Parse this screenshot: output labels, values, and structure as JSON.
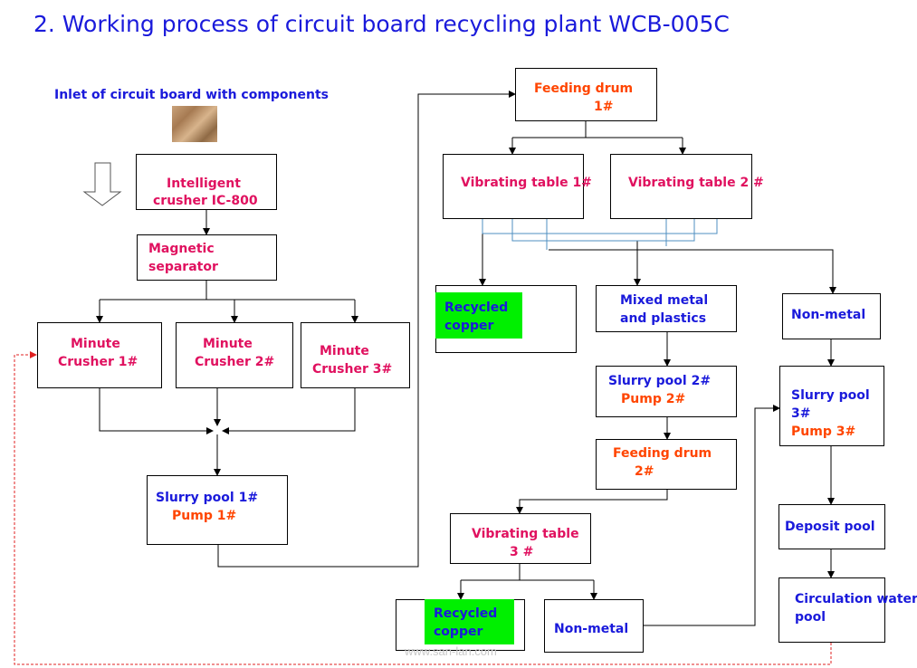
{
  "title": "2. Working process of circuit board recycling plant WCB-005C",
  "inlet_label": "Inlet of circuit board with components",
  "nodes": {
    "crusher": {
      "line1": "Intelligent",
      "line2": "crusher IC-800"
    },
    "magnetic": {
      "line1": "Magnetic",
      "line2": "separator"
    },
    "minute1": {
      "line1": "Minute",
      "line2": "Crusher 1#"
    },
    "minute2": {
      "line1": "Minute",
      "line2": "Crusher  2#"
    },
    "minute3": {
      "line1": "Minute",
      "line2": "Crusher 3#"
    },
    "slurry1": {
      "line1": "Slurry pool  1#",
      "line2": "Pump 1#"
    },
    "feeding1": {
      "line1": "Feeding drum",
      "line2": "1#"
    },
    "vib1": {
      "label": "Vibrating table 1#"
    },
    "vib2": {
      "label": "Vibrating table 2 #"
    },
    "copper1": {
      "line1": "Recycled",
      "line2": "copper"
    },
    "mixed": {
      "line1": "Mixed metal",
      "line2": "and plastics"
    },
    "nonmetal1": {
      "label": "Non-metal"
    },
    "slurry2": {
      "line1": "Slurry pool 2#",
      "line2": "Pump 2#"
    },
    "slurry3": {
      "line1": "Slurry pool",
      "line2": "3#",
      "line3": "Pump 3#"
    },
    "feeding2": {
      "line1": "Feeding drum",
      "line2": "2#"
    },
    "deposit": {
      "label": "Deposit pool"
    },
    "vib3": {
      "line1": "Vibrating table",
      "line2": "3 #"
    },
    "circulation": {
      "line1": "Circulation water",
      "line2": "pool"
    },
    "copper2": {
      "line1": "Recycled",
      "line2": "copper"
    },
    "nonmetal2": {
      "label": "Non-metal"
    }
  },
  "watermark": "www.san-lan.com",
  "colors": {
    "title": "#1a1adb",
    "pink": "#e0115f",
    "blue": "#1a1adb",
    "orange": "#ff4500",
    "highlight": "#00f000",
    "water_line": "#4f8fc0",
    "return_line": "#e02020"
  }
}
